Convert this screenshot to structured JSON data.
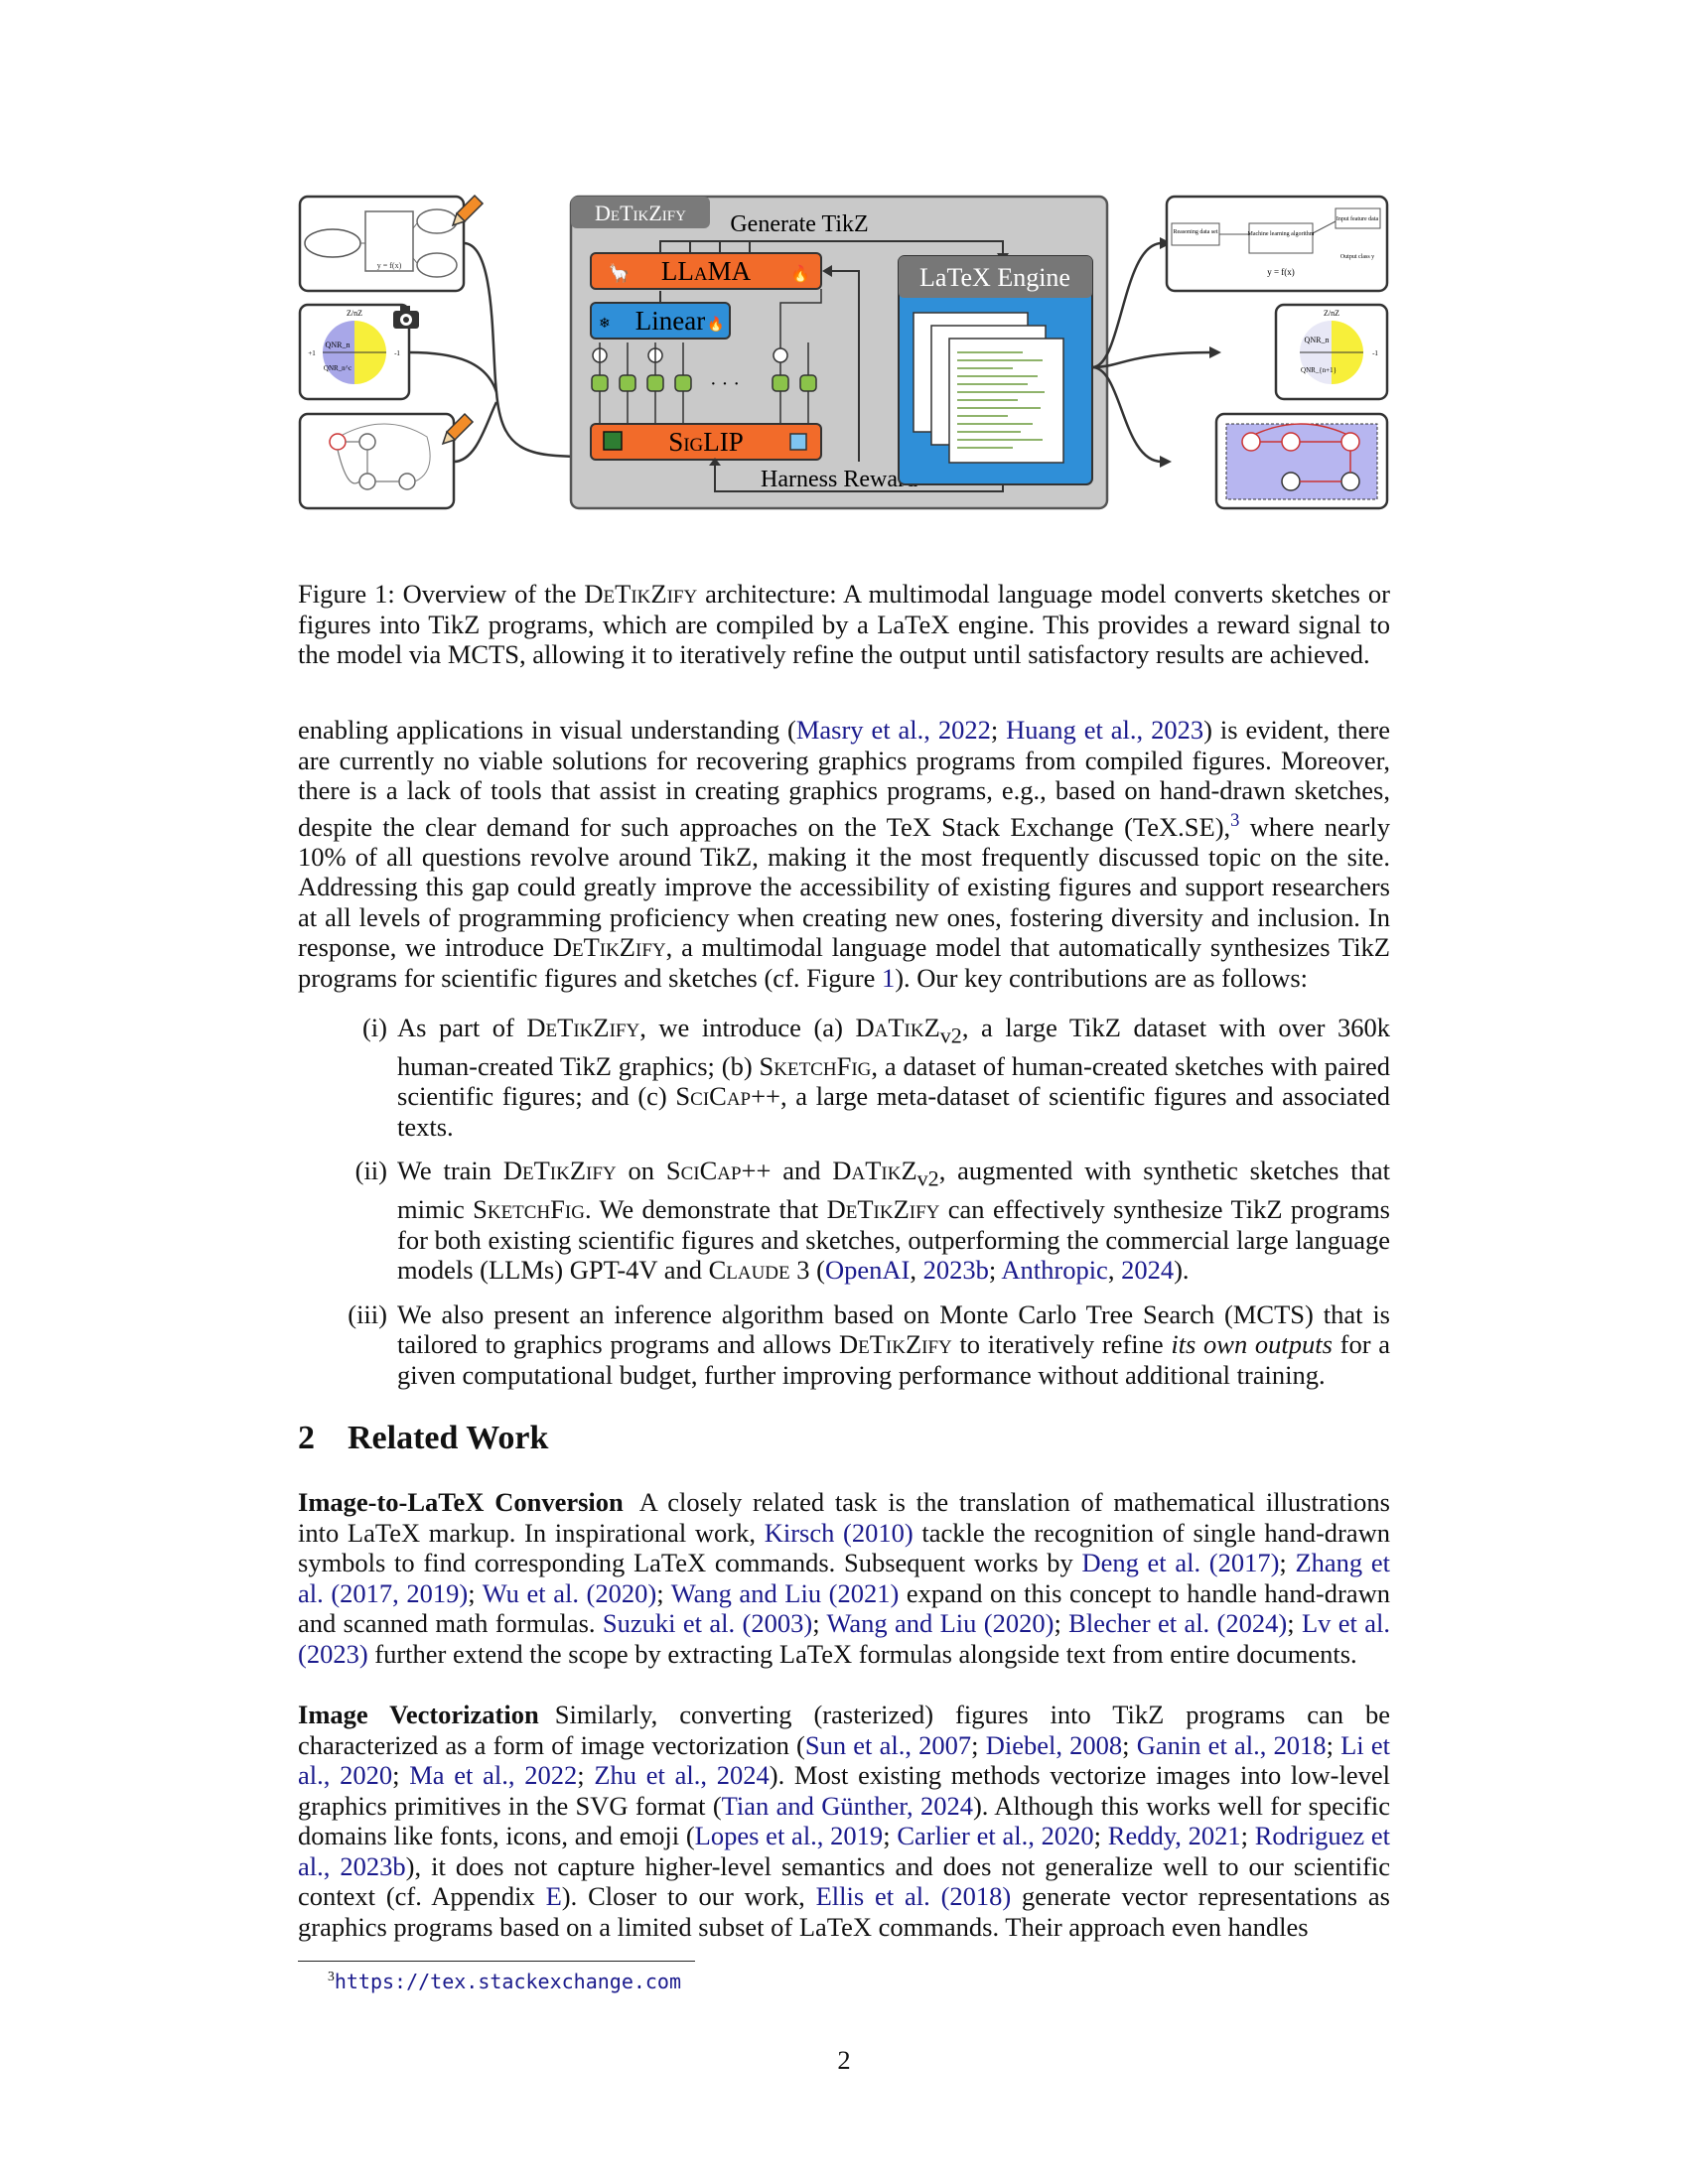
{
  "figure": {
    "frame_title": "DeTikZify",
    "generate_label": "Generate TikZ",
    "llama_label": "LLaMA",
    "linear_label": "Linear",
    "siglip_label": "SigLIP",
    "latex_engine_label": "LaTeX Engine",
    "harness_label": "Harness Reward",
    "dots": "· · ·",
    "colors": {
      "orange": "#f26b2a",
      "blue": "#2f8fd8",
      "gray_panel": "#c9c9c9",
      "green": "#8bc34a",
      "engine_header": "#777777",
      "pie_purple": "#a8a7e8",
      "pie_yellow": "#f7ef3a"
    },
    "pie_in": {
      "top": "Z/nZ",
      "left": "QNR_n",
      "left2": "QNR_n^c",
      "l": "+1",
      "r": "-1"
    },
    "pie_out": {
      "top": "Z/nZ",
      "left": "QNR_n",
      "left2": "QNR_{n+1}",
      "r": "-1"
    },
    "flow_out": {
      "a": "Reasoning data set",
      "b": "Machine learning algorithm",
      "c": "Input feature data",
      "d": "Output class y",
      "e": "y = f(x)"
    }
  },
  "caption": {
    "label": "Figure 1:",
    "part1": "Overview of the",
    "name": "DeTikZify",
    "part2": "architecture: A multimodal language model converts sketches or figures into TikZ programs, which are compiled by a LaTeX engine. This provides a reward signal to the model via MCTS, allowing it to iteratively refine the output until satisfactory results are achieved."
  },
  "para1": {
    "t1": "enabling applications in visual understanding (",
    "c1": "Masry et al., 2022",
    "sep1": "; ",
    "c2": "Huang et al., 2023",
    "t2": ") is evident, there are currently no viable solutions for recovering graphics programs from compiled figures. Moreover, there is a lack of tools that assist in creating graphics programs, e.g., based on hand-drawn sketches, despite the clear demand for such approaches on the TeX Stack Exchange (TeX.SE),",
    "fn": "3",
    "t3": " where nearly 10% of all questions revolve around TikZ, making it the most frequently discussed topic on the site. Addressing this gap could greatly improve the accessibility of existing figures and support researchers at all levels of programming proficiency when creating new ones, fostering diversity and inclusion. In response, we introduce ",
    "name": "DeTikZify",
    "t4": ", a multimodal language model that automatically synthesizes TikZ programs for scientific figures and sketches (cf. Figure ",
    "figref": "1",
    "t5": "). Our key contributions are as follows:"
  },
  "contributions": [
    {
      "num": "(i)",
      "a": "As part of ",
      "b": "DeTikZify",
      "c": ", we introduce (a) ",
      "d": "DaTikZ",
      "e": "v2",
      "f": ", a large TikZ dataset with over 360k human-created TikZ graphics; (b) ",
      "g": "SketchFig",
      "h": ", a dataset of human-created sketches with paired scientific figures; and (c) ",
      "i": "SciCap++",
      "j": ", a large meta-dataset of scientific figures and associated texts."
    },
    {
      "num": "(ii)",
      "a": "We train ",
      "b": "DeTikZify",
      "c": " on ",
      "d": "SciCap++",
      "e": " and ",
      "f": "DaTikZ",
      "g": "v2",
      "h": ", augmented with synthetic sketches that mimic ",
      "i": "SketchFig",
      "j": ". We demonstrate that ",
      "k": "DeTikZify",
      "l": " can effectively synthesize TikZ programs for both existing scientific figures and sketches, outperforming the commercial large language models (LLMs) GPT-4V and ",
      "m": "Claude",
      "n": " 3 (",
      "o": "OpenAI",
      "p": ", ",
      "q": "2023b",
      "r": "; ",
      "s": "Anthropic",
      "t": ", ",
      "u": "2024",
      "v": ")."
    },
    {
      "num": "(iii)",
      "a": "We also present an inference algorithm based on Monte Carlo Tree Search (MCTS) that is tailored to graphics programs and allows ",
      "b": "DeTikZify",
      "c": " to iteratively refine ",
      "d": "its own outputs",
      "e": " for a given computational budget, further improving performance without additional training."
    }
  ],
  "section": {
    "num": "2",
    "title": "Related Work"
  },
  "para2": {
    "head": "Image-to-LaTeX Conversion",
    "t1": "A closely related task is the translation of mathematical illustrations into LaTeX markup. In inspirational work, ",
    "c1": "Kirsch (2010)",
    "t2": " tackle the recognition of single hand-drawn symbols to find corresponding LaTeX commands. Subsequent works by ",
    "c2": "Deng et al. (2017)",
    "s2": "; ",
    "c3": "Zhang et al. (2017, 2019)",
    "s3": "; ",
    "c4": "Wu et al. (2020)",
    "s4": "; ",
    "c5": "Wang and Liu (2021)",
    "t3": " expand on this concept to handle hand-drawn and scanned math formulas. ",
    "c6": "Suzuki et al. (2003)",
    "s6": "; ",
    "c7": "Wang and Liu (2020)",
    "s7": "; ",
    "c8": "Blecher et al. (2024)",
    "s8": "; ",
    "c9": "Lv et al. (2023)",
    "t4": " further extend the scope by extracting LaTeX formulas alongside text from entire documents."
  },
  "para3": {
    "head": "Image Vectorization",
    "t1": "Similarly, converting (rasterized) figures into TikZ programs can be characterized as a form of image vectorization (",
    "c1": "Sun et al., 2007",
    "s1": "; ",
    "c2": "Diebel, 2008",
    "s2": "; ",
    "c3": "Ganin et al., 2018",
    "s3": "; ",
    "c4": "Li et al., 2020",
    "s4": "; ",
    "c5": "Ma et al., 2022",
    "s5": "; ",
    "c6": "Zhu et al., 2024",
    "t2": "). Most existing methods vectorize images into low-level graphics primitives in the SVG format (",
    "c7": "Tian and Günther, 2024",
    "t3": "). Although this works well for specific domains like fonts, icons, and emoji (",
    "c8": "Lopes et al., 2019",
    "s8": "; ",
    "c9": "Carlier et al., 2020",
    "s9": "; ",
    "c10": "Reddy, 2021",
    "s10": "; ",
    "c11": "Rodriguez et al., 2023b",
    "t4": "), it does not capture higher-level semantics and does not generalize well to our scientific context (cf. Appendix ",
    "appref": "E",
    "t5": "). Closer to our work, ",
    "c12": "Ellis et al. (2018)",
    "t6": " generate vector representations as graphics programs based on a limited subset of LaTeX commands. Their approach even handles"
  },
  "footnote": {
    "mark": "3",
    "url": "https://tex.stackexchange.com"
  },
  "page_number": "2"
}
